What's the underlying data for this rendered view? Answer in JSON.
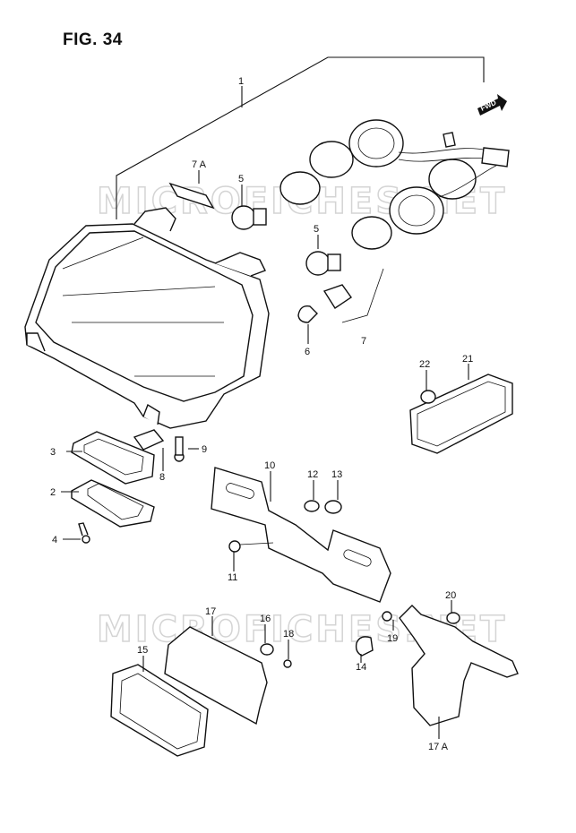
{
  "figure": {
    "title": "FIG. 34"
  },
  "watermark": {
    "text": "MICROFICHES.NET"
  },
  "direction_tag": {
    "label": "FWD"
  },
  "callouts": {
    "c1": "1",
    "c2": "2",
    "c3": "3",
    "c4": "4",
    "c5a": "5",
    "c5b": "5",
    "c6": "6",
    "c7": "7",
    "c7a": "7 A",
    "c8": "8",
    "c9": "9",
    "c10": "10",
    "c11": "11",
    "c12": "12",
    "c13": "13",
    "c14": "14",
    "c15": "15",
    "c16": "16",
    "c17": "17",
    "c17a": "17 A",
    "c18": "18",
    "c19": "19",
    "c20": "20",
    "c21": "21",
    "c22": "22"
  }
}
